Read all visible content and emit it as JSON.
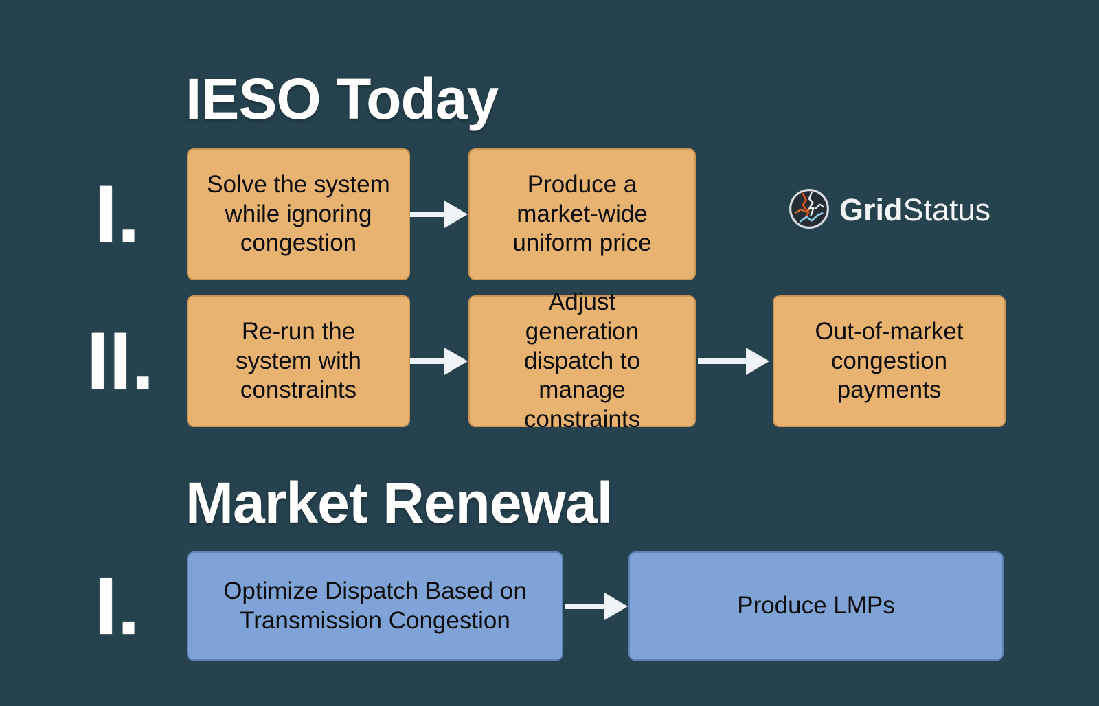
{
  "theme": {
    "background": "#26424f",
    "box_orange_fill": "#e8b270",
    "box_blue_fill": "#7fa3d7",
    "box_blue_border": "#5d82b4",
    "arrow_color": "#eef3f8",
    "title_color": "#ffffff",
    "box_text_color": "#0d0d0d",
    "logo_streak_orange": "#d94f1e",
    "logo_streak_blue": "#86cbe8",
    "logo_streak_white": "#f2f4f5"
  },
  "sections": [
    {
      "title": "IESO Today",
      "rows": [
        {
          "numeral": "I.",
          "boxes": [
            "Solve the system while ignoring congestion",
            "Produce a market-wide uniform price"
          ]
        },
        {
          "numeral": "II.",
          "boxes": [
            "Re-run the system with constraints",
            "Adjust generation dispatch to manage constraints",
            "Out-of-market congestion payments"
          ]
        }
      ]
    },
    {
      "title": "Market Renewal",
      "rows": [
        {
          "numeral": "I.",
          "boxes": [
            "Optimize Dispatch Based on Transmission Congestion",
            "Produce LMPs"
          ]
        }
      ]
    }
  ],
  "logo": {
    "brand_bold": "Grid",
    "brand_regular": "Status"
  }
}
